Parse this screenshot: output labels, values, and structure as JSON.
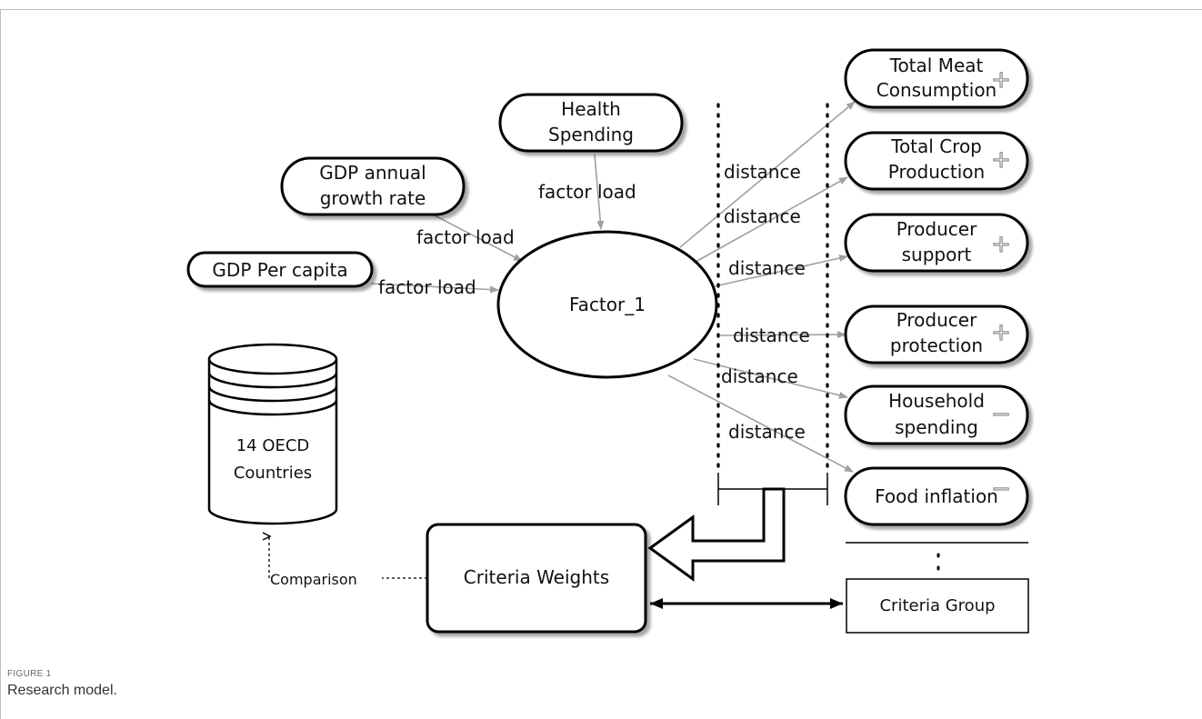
{
  "figure": {
    "label": "FIGURE 1",
    "caption": "Research model."
  },
  "center": {
    "label": "Factor_1"
  },
  "inputs": [
    {
      "id": "health",
      "lines": [
        "Health",
        "Spending"
      ],
      "edge_label": "factor load"
    },
    {
      "id": "gdp_growth",
      "lines": [
        "GDP annual",
        "growth rate"
      ],
      "edge_label": "factor load"
    },
    {
      "id": "gdp_pc",
      "lines": [
        "GDP Per capita"
      ],
      "edge_label": "factor load"
    }
  ],
  "outputs": [
    {
      "id": "meat",
      "lines": [
        "Total Meat",
        "Consumption"
      ],
      "sign": "+",
      "edge_label": "distance"
    },
    {
      "id": "crop",
      "lines": [
        "Total Crop",
        "Production"
      ],
      "sign": "+",
      "edge_label": "distance"
    },
    {
      "id": "support",
      "lines": [
        "Producer",
        "support"
      ],
      "sign": "+",
      "edge_label": "distance"
    },
    {
      "id": "protection",
      "lines": [
        "Producer",
        "protection"
      ],
      "sign": "+",
      "edge_label": "distance"
    },
    {
      "id": "household",
      "lines": [
        "Household",
        "spending"
      ],
      "sign": "−",
      "edge_label": "distance"
    },
    {
      "id": "inflation",
      "lines": [
        "Food inflation"
      ],
      "sign": "−",
      "edge_label": "distance"
    }
  ],
  "database": {
    "lines": [
      "14 OECD",
      "Countries"
    ]
  },
  "weights": {
    "label": "Criteria Weights"
  },
  "group": {
    "label": "Criteria Group"
  },
  "comparison": {
    "label": "Comparison"
  },
  "colors": {
    "arrow": "#a0a0a0",
    "stroke": "#000000",
    "text": "#111111"
  }
}
